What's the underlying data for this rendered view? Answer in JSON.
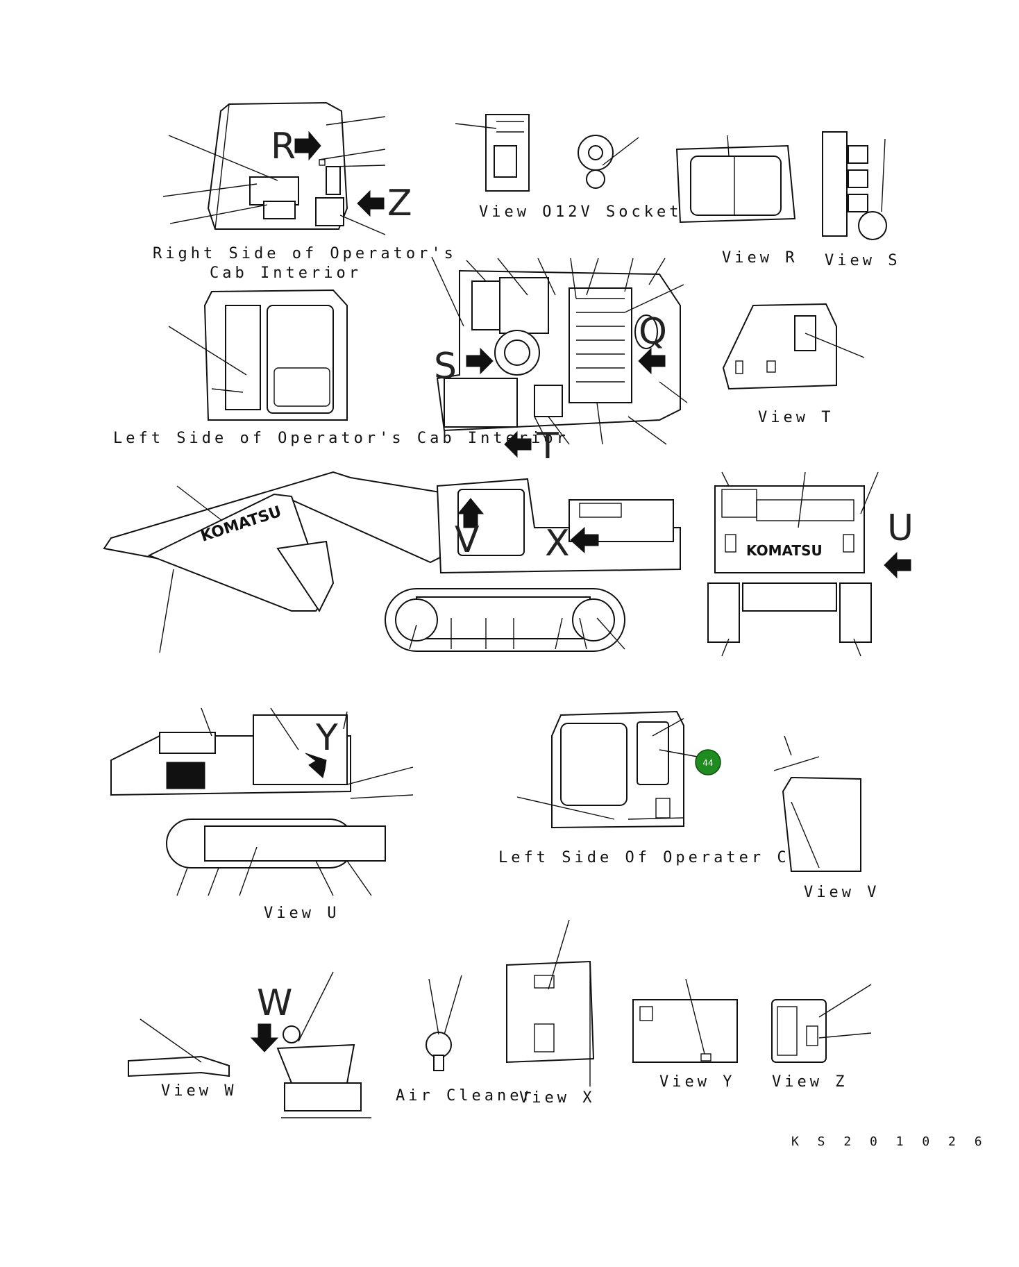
{
  "diagram": {
    "drawing_number": "KS201026",
    "drawing_number_display": "K S 2 0 1 0 2 6",
    "views": {
      "right_cab_interior": "Right Side of Operator's\nCab Interior",
      "right_cab_line1": "Right Side of Operator's",
      "right_cab_line2": "Cab Interior",
      "left_cab_interior": "Left Side of Operator's Cab Interior",
      "view_o": "View O",
      "socket": "12V Socket",
      "view_r": "View R",
      "view_s": "View S",
      "view_t": "View T",
      "view_u": "View U",
      "left_cab": "Left Side Of Operater Cab",
      "view_v": "View V",
      "view_w": "View W",
      "air_cleaner": "Air Cleaner",
      "view_x": "View X",
      "view_y": "View Y",
      "view_z": "View Z"
    },
    "view_letters": {
      "r": "R",
      "z": "Z",
      "s": "S",
      "q": "Q",
      "t": "T",
      "x": "X",
      "u": "U",
      "y": "Y",
      "w": "W",
      "o": "O",
      "v": "V"
    },
    "brand": "KOMATSU",
    "callout": {
      "number": "44",
      "color": "#1f8c1f"
    }
  }
}
